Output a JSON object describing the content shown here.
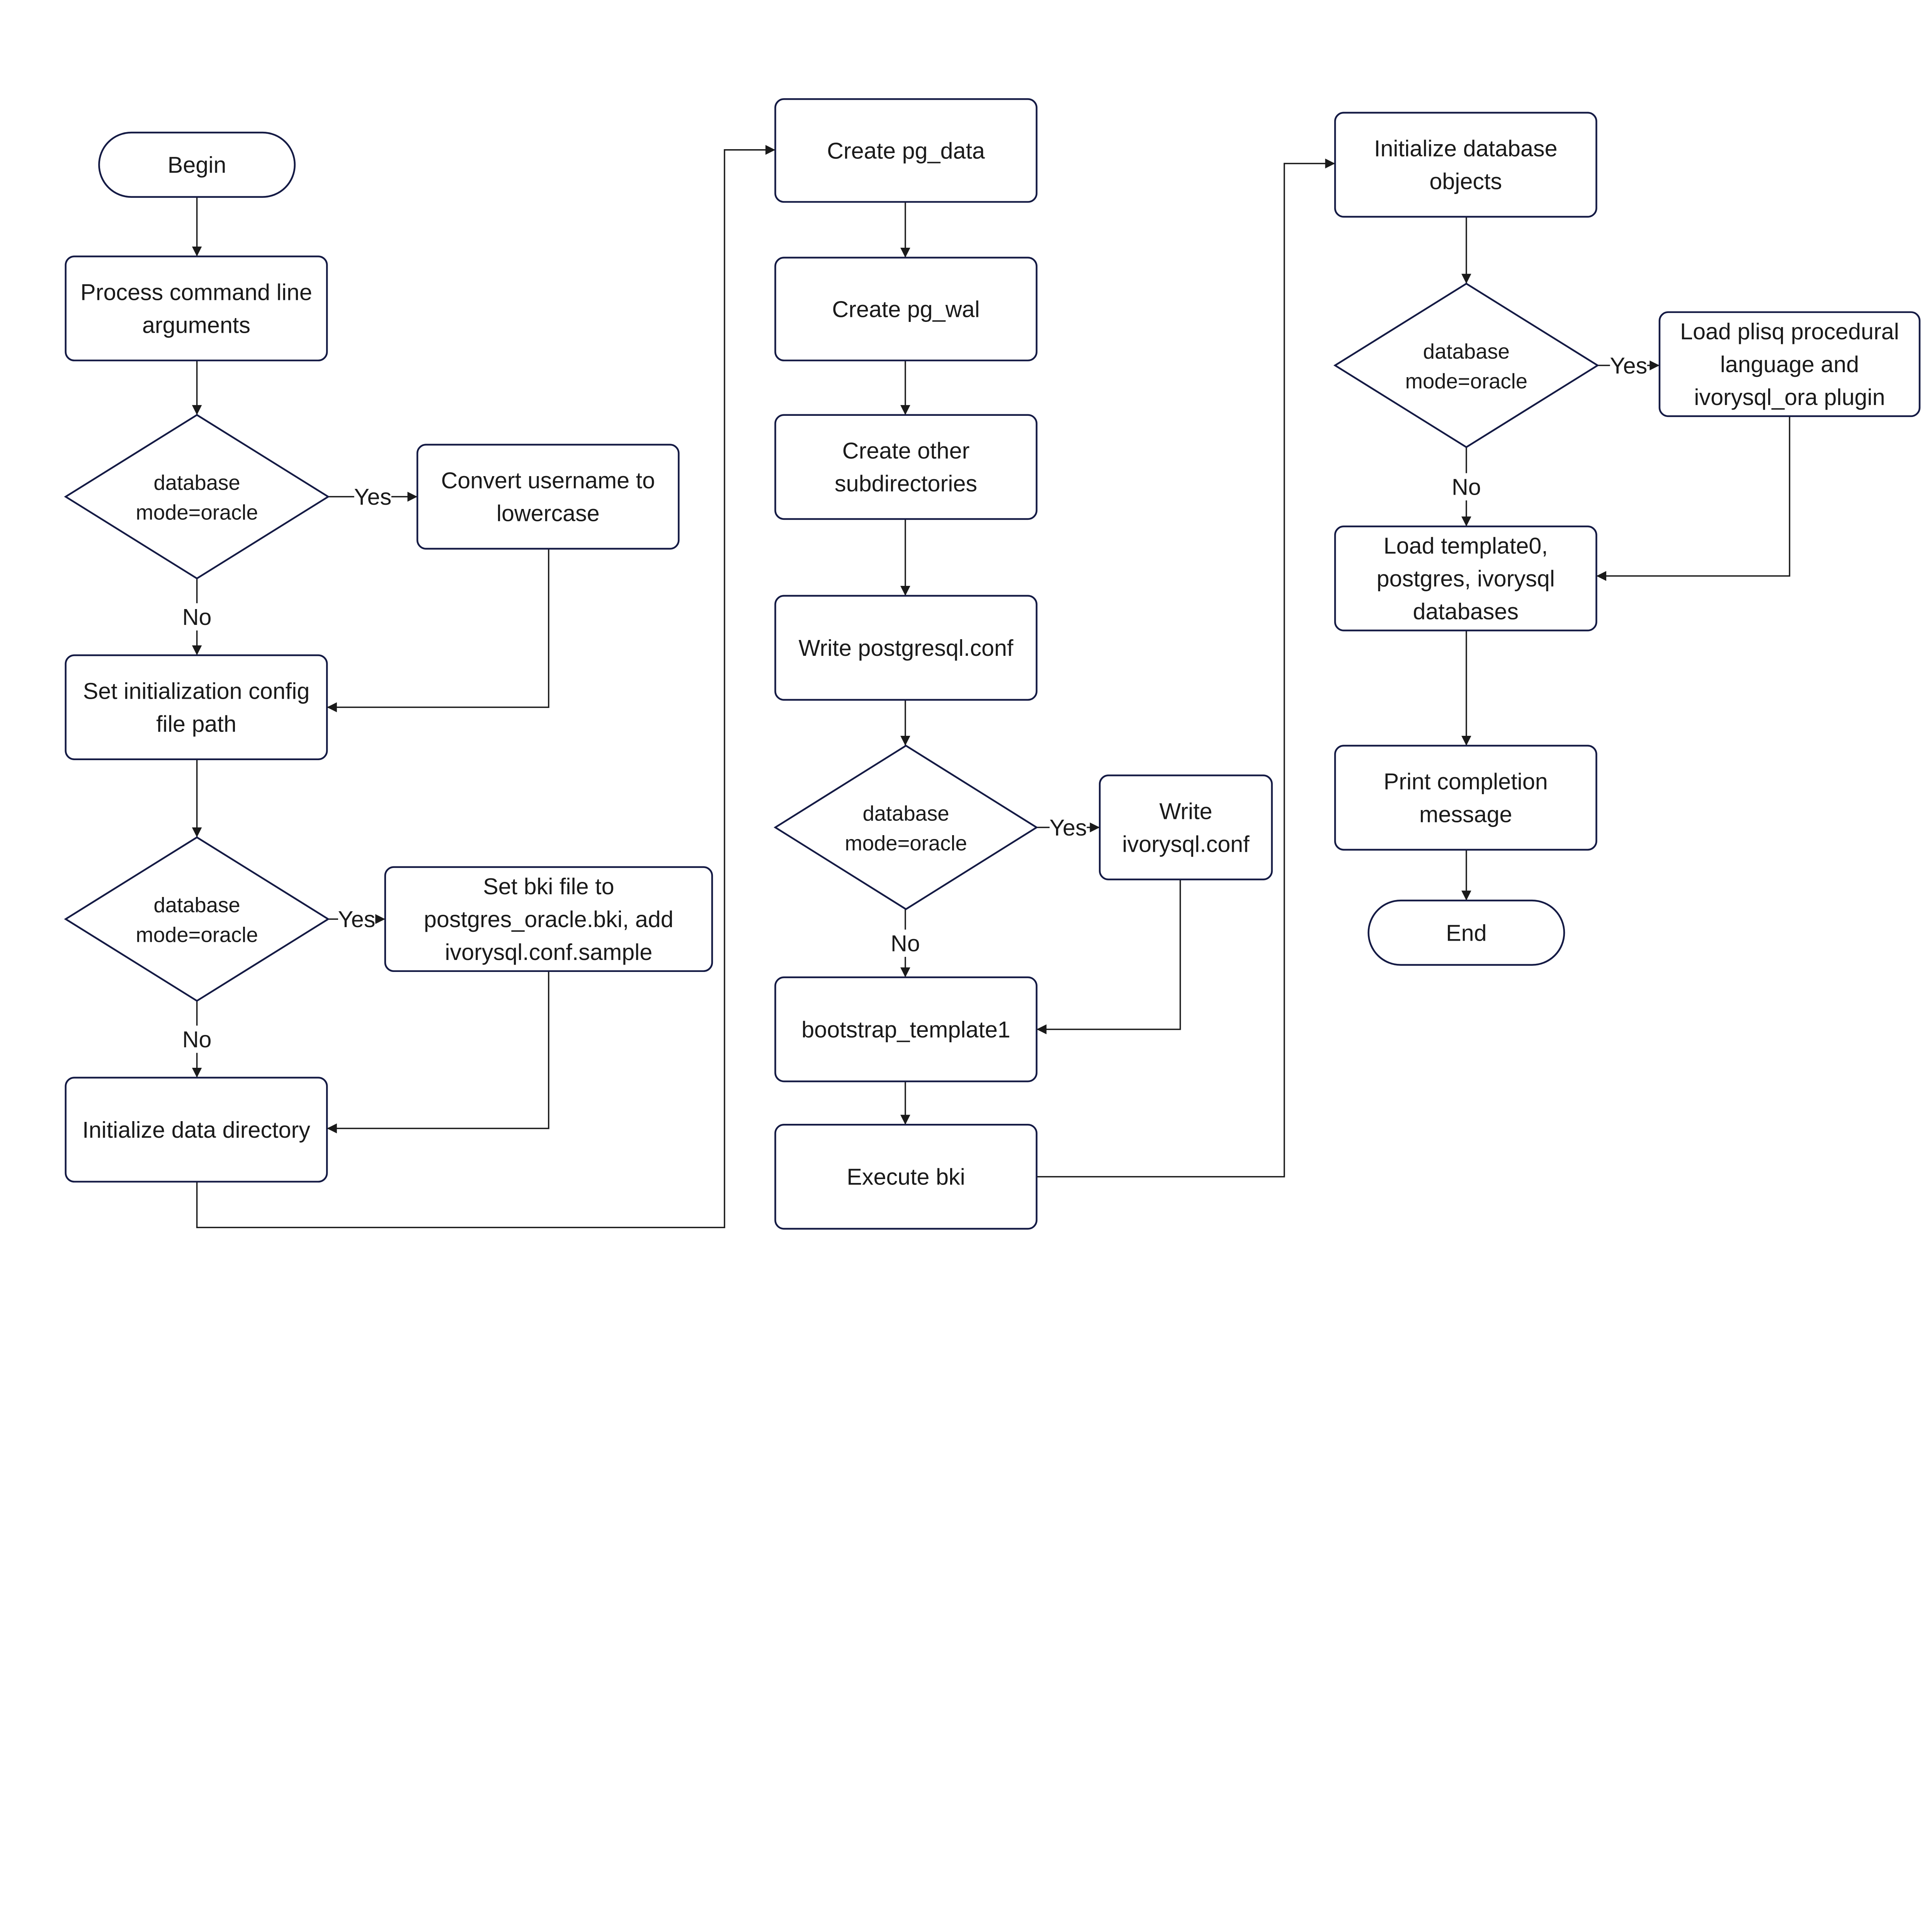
{
  "diagram": {
    "type": "flowchart",
    "colors": {
      "node_border": "#141a44",
      "edge": "#1a1a1a",
      "background": "#ffffff"
    },
    "nodes": [
      {
        "id": "begin",
        "shape": "terminal",
        "lines": [
          "Begin"
        ]
      },
      {
        "id": "process_args",
        "shape": "process",
        "lines": [
          "Process command line",
          "arguments"
        ]
      },
      {
        "id": "decision1",
        "shape": "decision",
        "lines": [
          "database",
          "mode=oracle"
        ]
      },
      {
        "id": "convert_username",
        "shape": "process",
        "lines": [
          "Convert username to",
          "lowercase"
        ]
      },
      {
        "id": "set_config_path",
        "shape": "process",
        "lines": [
          "Set initialization config",
          "file path"
        ]
      },
      {
        "id": "decision2",
        "shape": "decision",
        "lines": [
          "database",
          "mode=oracle"
        ]
      },
      {
        "id": "set_bki",
        "shape": "process",
        "lines": [
          "Set bki file to",
          "postgres_oracle.bki, add",
          "ivorysql.conf.sample"
        ]
      },
      {
        "id": "init_data_dir",
        "shape": "process",
        "lines": [
          "Initialize data directory"
        ]
      },
      {
        "id": "create_pg_data",
        "shape": "process",
        "lines": [
          "Create pg_data"
        ]
      },
      {
        "id": "create_pg_wal",
        "shape": "process",
        "lines": [
          "Create pg_wal"
        ]
      },
      {
        "id": "create_subdirs",
        "shape": "process",
        "lines": [
          "Create other",
          "subdirectories"
        ]
      },
      {
        "id": "write_postgresql_conf",
        "shape": "process",
        "lines": [
          "Write postgresql.conf"
        ]
      },
      {
        "id": "decision3",
        "shape": "decision",
        "lines": [
          "database",
          "mode=oracle"
        ]
      },
      {
        "id": "write_ivorysql_conf",
        "shape": "process",
        "lines": [
          "Write",
          "ivorysql.conf"
        ]
      },
      {
        "id": "bootstrap_template1",
        "shape": "process",
        "lines": [
          "bootstrap_template1"
        ]
      },
      {
        "id": "execute_bki",
        "shape": "process",
        "lines": [
          "Execute bki"
        ]
      },
      {
        "id": "init_db_objects",
        "shape": "process",
        "lines": [
          "Initialize database",
          "objects"
        ]
      },
      {
        "id": "decision4",
        "shape": "decision",
        "lines": [
          "database",
          "mode=oracle"
        ]
      },
      {
        "id": "load_plisq",
        "shape": "process",
        "lines": [
          "Load plisq procedural",
          "language and",
          "ivorysql_ora plugin"
        ]
      },
      {
        "id": "load_templates",
        "shape": "process",
        "lines": [
          "Load template0,",
          "postgres, ivorysql",
          "databases"
        ]
      },
      {
        "id": "print_completion",
        "shape": "process",
        "lines": [
          "Print completion",
          "message"
        ]
      },
      {
        "id": "end",
        "shape": "terminal",
        "lines": [
          "End"
        ]
      }
    ],
    "edges": [
      {
        "from": "begin",
        "to": "process_args",
        "label": ""
      },
      {
        "from": "process_args",
        "to": "decision1",
        "label": ""
      },
      {
        "from": "decision1",
        "to": "convert_username",
        "label": "Yes"
      },
      {
        "from": "decision1",
        "to": "set_config_path",
        "label": "No"
      },
      {
        "from": "convert_username",
        "to": "set_config_path",
        "label": ""
      },
      {
        "from": "set_config_path",
        "to": "decision2",
        "label": ""
      },
      {
        "from": "decision2",
        "to": "set_bki",
        "label": "Yes"
      },
      {
        "from": "decision2",
        "to": "init_data_dir",
        "label": "No"
      },
      {
        "from": "set_bki",
        "to": "init_data_dir",
        "label": ""
      },
      {
        "from": "init_data_dir",
        "to": "create_pg_data",
        "label": ""
      },
      {
        "from": "create_pg_data",
        "to": "create_pg_wal",
        "label": ""
      },
      {
        "from": "create_pg_wal",
        "to": "create_subdirs",
        "label": ""
      },
      {
        "from": "create_subdirs",
        "to": "write_postgresql_conf",
        "label": ""
      },
      {
        "from": "write_postgresql_conf",
        "to": "decision3",
        "label": ""
      },
      {
        "from": "decision3",
        "to": "write_ivorysql_conf",
        "label": "Yes"
      },
      {
        "from": "decision3",
        "to": "bootstrap_template1",
        "label": "No"
      },
      {
        "from": "write_ivorysql_conf",
        "to": "bootstrap_template1",
        "label": ""
      },
      {
        "from": "bootstrap_template1",
        "to": "execute_bki",
        "label": ""
      },
      {
        "from": "execute_bki",
        "to": "init_db_objects",
        "label": ""
      },
      {
        "from": "init_db_objects",
        "to": "decision4",
        "label": ""
      },
      {
        "from": "decision4",
        "to": "load_plisq",
        "label": "Yes"
      },
      {
        "from": "decision4",
        "to": "load_templates",
        "label": "No"
      },
      {
        "from": "load_plisq",
        "to": "load_templates",
        "label": ""
      },
      {
        "from": "load_templates",
        "to": "print_completion",
        "label": ""
      },
      {
        "from": "print_completion",
        "to": "end",
        "label": ""
      }
    ]
  }
}
